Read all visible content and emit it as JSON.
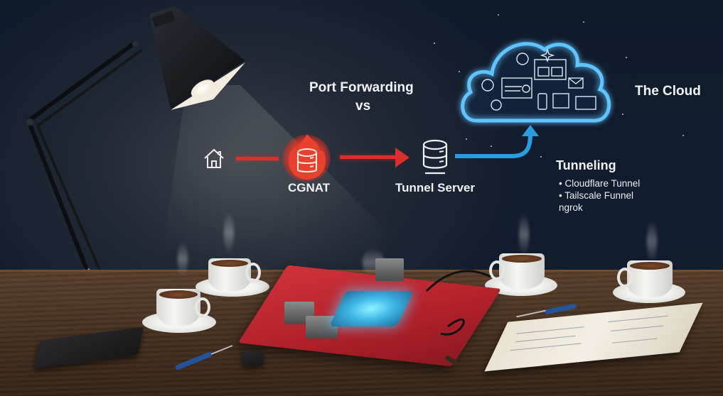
{
  "scene": {
    "description": "Night desk scene with desk lamp, coffee cups, red single-board computer and overlaid network diagram comparing port forwarding and tunneling",
    "colors": {
      "background": "#0f1a2b",
      "lamp_light": "#f4efe2",
      "red_path": "#d9302e",
      "blue_path": "#2a9de0",
      "cloud_glow": "#4fb8ff",
      "desk_wood": "#4a3322",
      "board_red": "#c02a32",
      "fan_cyan": "#5fd6f5",
      "text": "#f1f3f6"
    }
  },
  "diagram": {
    "title_line1": "Port Forwarding",
    "title_line2": "vs",
    "nodes": [
      {
        "id": "home",
        "icon": "house-icon",
        "label": ""
      },
      {
        "id": "cgnat",
        "icon": "database-fire-icon",
        "label": "CGNAT"
      },
      {
        "id": "tunnel_server",
        "icon": "database-icon",
        "label": "Tunnel Server"
      },
      {
        "id": "cloud",
        "icon": "cloud-icon",
        "label": "The Cloud"
      }
    ],
    "cloud_contents_icons": [
      "raspberry-pi-icon",
      "sparkle-icon",
      "browser-window-icon",
      "lightbulb-icon",
      "dashboard-window-icon",
      "mail-icon",
      "gear-icon",
      "phone-icon",
      "card-icon",
      "monitor-icon"
    ],
    "tunneling": {
      "heading": "Tunneling",
      "items": [
        "• Cloudflare Tunnel",
        "• Tailscale Funnel",
        "ngrok"
      ]
    }
  },
  "props": {
    "lamp": "desk-lamp",
    "cups": 4,
    "board": "red single-board computer with glowing cooling fan",
    "notebook": "open handwritten notebook",
    "tools": [
      "blue screwdriver",
      "soldering tool"
    ]
  }
}
